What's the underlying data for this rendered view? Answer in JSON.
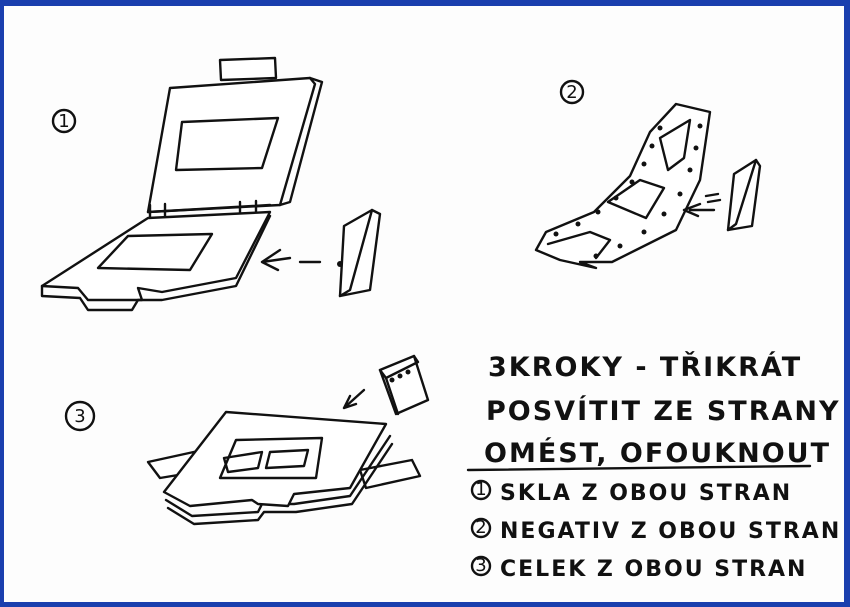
{
  "steps": [
    {
      "number": "1"
    },
    {
      "number": "2"
    },
    {
      "number": "3"
    }
  ],
  "notes": {
    "line1": "3KROKY - TŘIKRÁT",
    "line2": "POSVÍTIT ZE STRANY",
    "line3": "OMÉST, OFOUKNOUT",
    "items": [
      {
        "number": "1",
        "text": "SKLA Z OBOU STRAN"
      },
      {
        "number": "2",
        "text": "NEGATIV Z OBOU STRAN"
      },
      {
        "number": "3",
        "text": "CELEK Z OBOU STRAN"
      }
    ]
  },
  "colors": {
    "border": "#1a3fae",
    "paper": "#fdfdfd",
    "ink": "#111111"
  }
}
